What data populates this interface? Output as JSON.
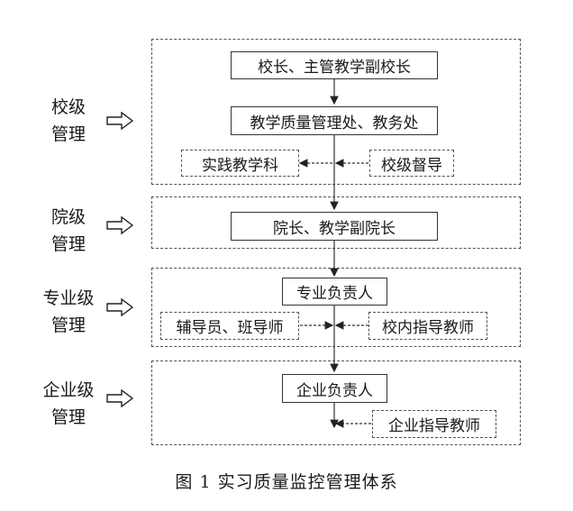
{
  "levels": [
    {
      "line1": "校级",
      "line2": "管理"
    },
    {
      "line1": "院级",
      "line2": "管理"
    },
    {
      "line1": "专业级",
      "line2": "管理"
    },
    {
      "line1": "企业级",
      "line2": "管理"
    }
  ],
  "school": {
    "top": "校长、主管教学副校长",
    "office": "教学质量管理处、教务处",
    "practice": "实践教学科",
    "supervise": "校级督导"
  },
  "college": {
    "dean": "院长、教学副院长"
  },
  "major": {
    "head": "专业负责人",
    "counselor": "辅导员、班导师",
    "mentor": "校内指导教师"
  },
  "enterprise": {
    "head": "企业负责人",
    "mentor": "企业指导教师"
  },
  "caption": "图 1  实习质量监控管理体系"
}
